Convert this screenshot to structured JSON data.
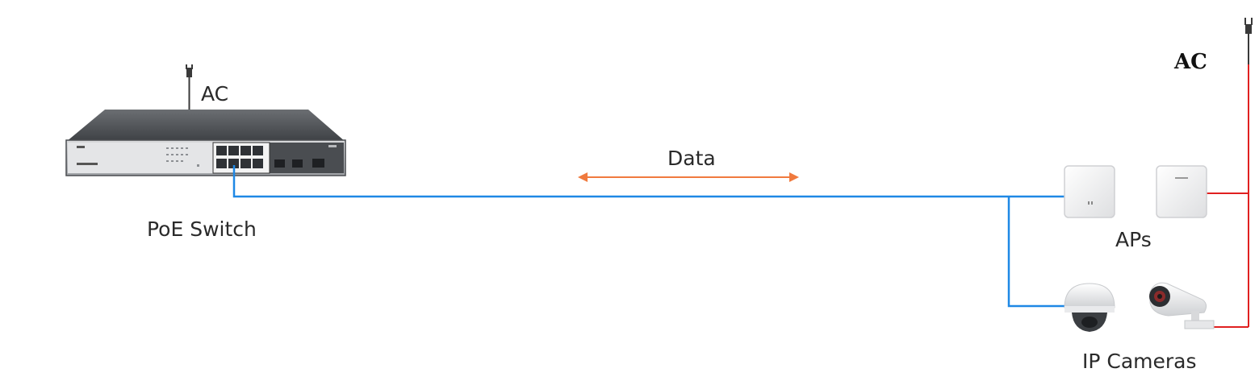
{
  "labels": {
    "switch_ac": "AC",
    "right_ac": "AC",
    "data": "Data",
    "switch": "PoE Switch",
    "aps": "APs",
    "cameras": "IP Cameras"
  },
  "colors": {
    "data_line": "#1e88e5",
    "data_arrow": "#f07a3e",
    "ac_line": "#e02020"
  },
  "icons": [
    "power-plug-icon",
    "poe-switch-icon",
    "access-point-icon",
    "dome-camera-icon",
    "bullet-camera-icon"
  ]
}
